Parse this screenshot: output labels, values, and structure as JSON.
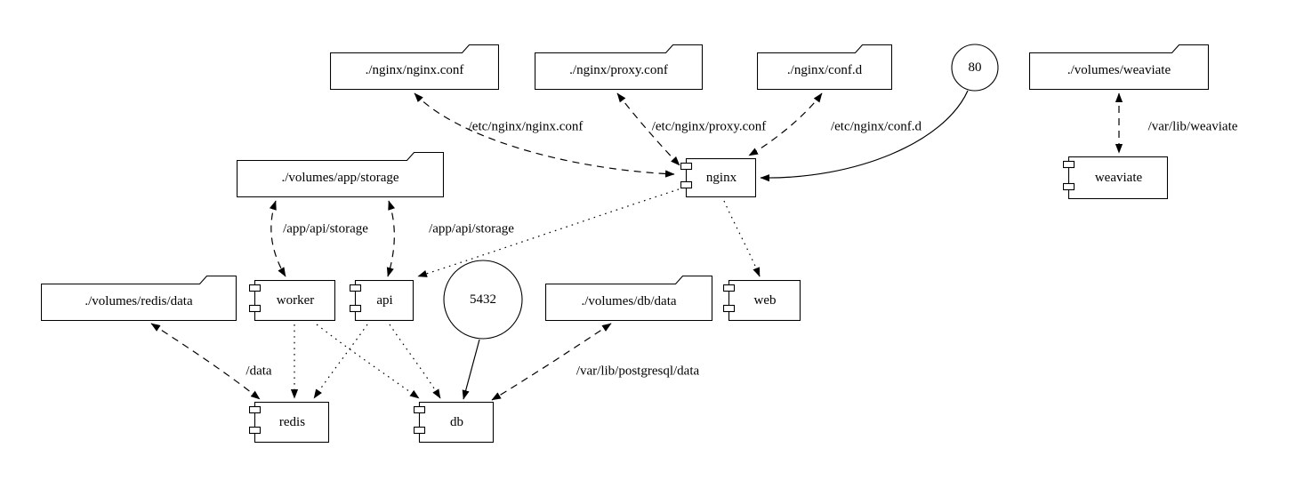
{
  "diagram": {
    "kind": "docker-compose-graph",
    "colors": {
      "background": "#ffffff",
      "stroke": "#000000",
      "text": "#000000"
    },
    "nodes": [
      {
        "id": "nginx-conf-volume",
        "shape": "folder",
        "label": "./nginx/nginx.conf"
      },
      {
        "id": "proxy-conf-volume",
        "shape": "folder",
        "label": "./nginx/proxy.conf"
      },
      {
        "id": "conf-d-volume",
        "shape": "folder",
        "label": "./nginx/conf.d"
      },
      {
        "id": "port-80",
        "shape": "circle",
        "label": "80"
      },
      {
        "id": "weaviate-volume",
        "shape": "folder",
        "label": "./volumes/weaviate"
      },
      {
        "id": "app-storage-volume",
        "shape": "folder",
        "label": "./volumes/app/storage"
      },
      {
        "id": "nginx-service",
        "shape": "component",
        "label": "nginx"
      },
      {
        "id": "weaviate-service",
        "shape": "component",
        "label": "weaviate"
      },
      {
        "id": "redis-data-volume",
        "shape": "folder",
        "label": "./volumes/redis/data"
      },
      {
        "id": "worker-service",
        "shape": "component",
        "label": "worker"
      },
      {
        "id": "api-service",
        "shape": "component",
        "label": "api"
      },
      {
        "id": "port-5432",
        "shape": "circle",
        "label": "5432"
      },
      {
        "id": "db-data-volume",
        "shape": "folder",
        "label": "./volumes/db/data"
      },
      {
        "id": "web-service",
        "shape": "component",
        "label": "web"
      },
      {
        "id": "redis-service",
        "shape": "component",
        "label": "redis"
      },
      {
        "id": "db-service",
        "shape": "component",
        "label": "db"
      }
    ],
    "edges": [
      {
        "from": "nginx-service",
        "to": "nginx-conf-volume",
        "style": "dashed",
        "bidirectional": true,
        "label": "/etc/nginx/nginx.conf"
      },
      {
        "from": "nginx-service",
        "to": "proxy-conf-volume",
        "style": "dashed",
        "bidirectional": true,
        "label": "/etc/nginx/proxy.conf"
      },
      {
        "from": "nginx-service",
        "to": "conf-d-volume",
        "style": "dashed",
        "bidirectional": true,
        "label": "/etc/nginx/conf.d"
      },
      {
        "from": "port-80",
        "to": "nginx-service",
        "style": "solid",
        "bidirectional": false,
        "label": ""
      },
      {
        "from": "weaviate-service",
        "to": "weaviate-volume",
        "style": "dashed",
        "bidirectional": true,
        "label": "/var/lib/weaviate"
      },
      {
        "from": "worker-service",
        "to": "app-storage-volume",
        "style": "dashed",
        "bidirectional": true,
        "label": "/app/api/storage"
      },
      {
        "from": "api-service",
        "to": "app-storage-volume",
        "style": "dashed",
        "bidirectional": true,
        "label": "/app/api/storage"
      },
      {
        "from": "nginx-service",
        "to": "api-service",
        "style": "dotted",
        "bidirectional": false,
        "label": ""
      },
      {
        "from": "nginx-service",
        "to": "web-service",
        "style": "dotted",
        "bidirectional": false,
        "label": ""
      },
      {
        "from": "worker-service",
        "to": "redis-service",
        "style": "dotted",
        "bidirectional": false,
        "label": ""
      },
      {
        "from": "worker-service",
        "to": "db-service",
        "style": "dotted",
        "bidirectional": false,
        "label": ""
      },
      {
        "from": "api-service",
        "to": "redis-service",
        "style": "dotted",
        "bidirectional": false,
        "label": ""
      },
      {
        "from": "api-service",
        "to": "db-service",
        "style": "dotted",
        "bidirectional": false,
        "label": ""
      },
      {
        "from": "redis-service",
        "to": "redis-data-volume",
        "style": "dashed",
        "bidirectional": true,
        "label": "/data"
      },
      {
        "from": "db-service",
        "to": "db-data-volume",
        "style": "dashed",
        "bidirectional": true,
        "label": "/var/lib/postgresql/data"
      },
      {
        "from": "port-5432",
        "to": "db-service",
        "style": "solid",
        "bidirectional": false,
        "label": ""
      }
    ]
  }
}
